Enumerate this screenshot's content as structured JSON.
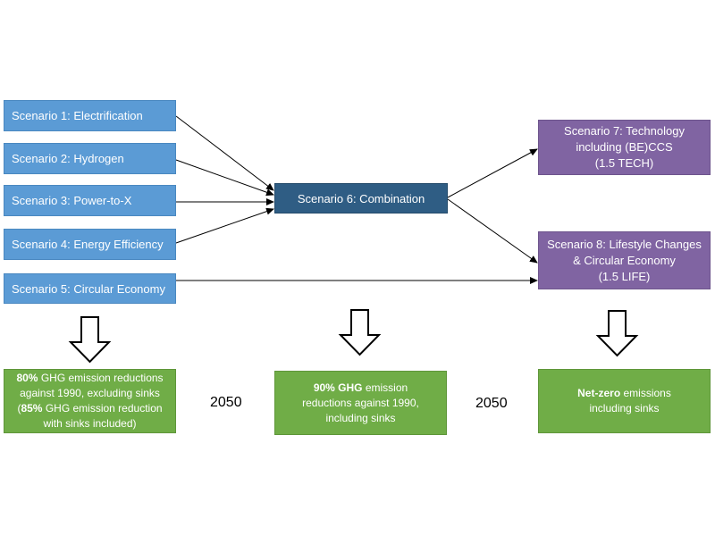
{
  "scenarios_left": [
    "Scenario 1: Electrification",
    "Scenario 2: Hydrogen",
    "Scenario 3: Power-to-X",
    "Scenario 4: Energy Efficiency",
    "Scenario 5: Circular Economy"
  ],
  "scenario_center": "Scenario 6: Combination",
  "scenario_7": {
    "line1": "Scenario 7: Technology",
    "line2": "including (BE)CCS",
    "line3": "(1.5 TECH)"
  },
  "scenario_8": {
    "line1": "Scenario 8: Lifestyle Changes",
    "line2": "& Circular Economy",
    "line3": "(1.5 LIFE)"
  },
  "outcome_left": {
    "line1_bold": "80%",
    "line1_rest": " GHG emission reductions",
    "line2": "against 1990, excluding sinks",
    "line3_open": "(",
    "line3_bold": "85%",
    "line3_rest": " GHG emission reduction",
    "line4": "with sinks included)"
  },
  "outcome_center": {
    "line1_bold": "90% GHG",
    "line1_rest": " emission",
    "line2": "reductions against 1990,",
    "line3": "including sinks"
  },
  "outcome_right": {
    "line1_bold": "Net-zero",
    "line1_rest": " emissions",
    "line2": "including sinks"
  },
  "year_left": "2050",
  "year_right": "2050",
  "colors": {
    "scenario_blue": "#5b9bd5",
    "combination_navy": "#2f5d84",
    "scenario_purple": "#8064a2",
    "outcome_green": "#70ad47"
  }
}
